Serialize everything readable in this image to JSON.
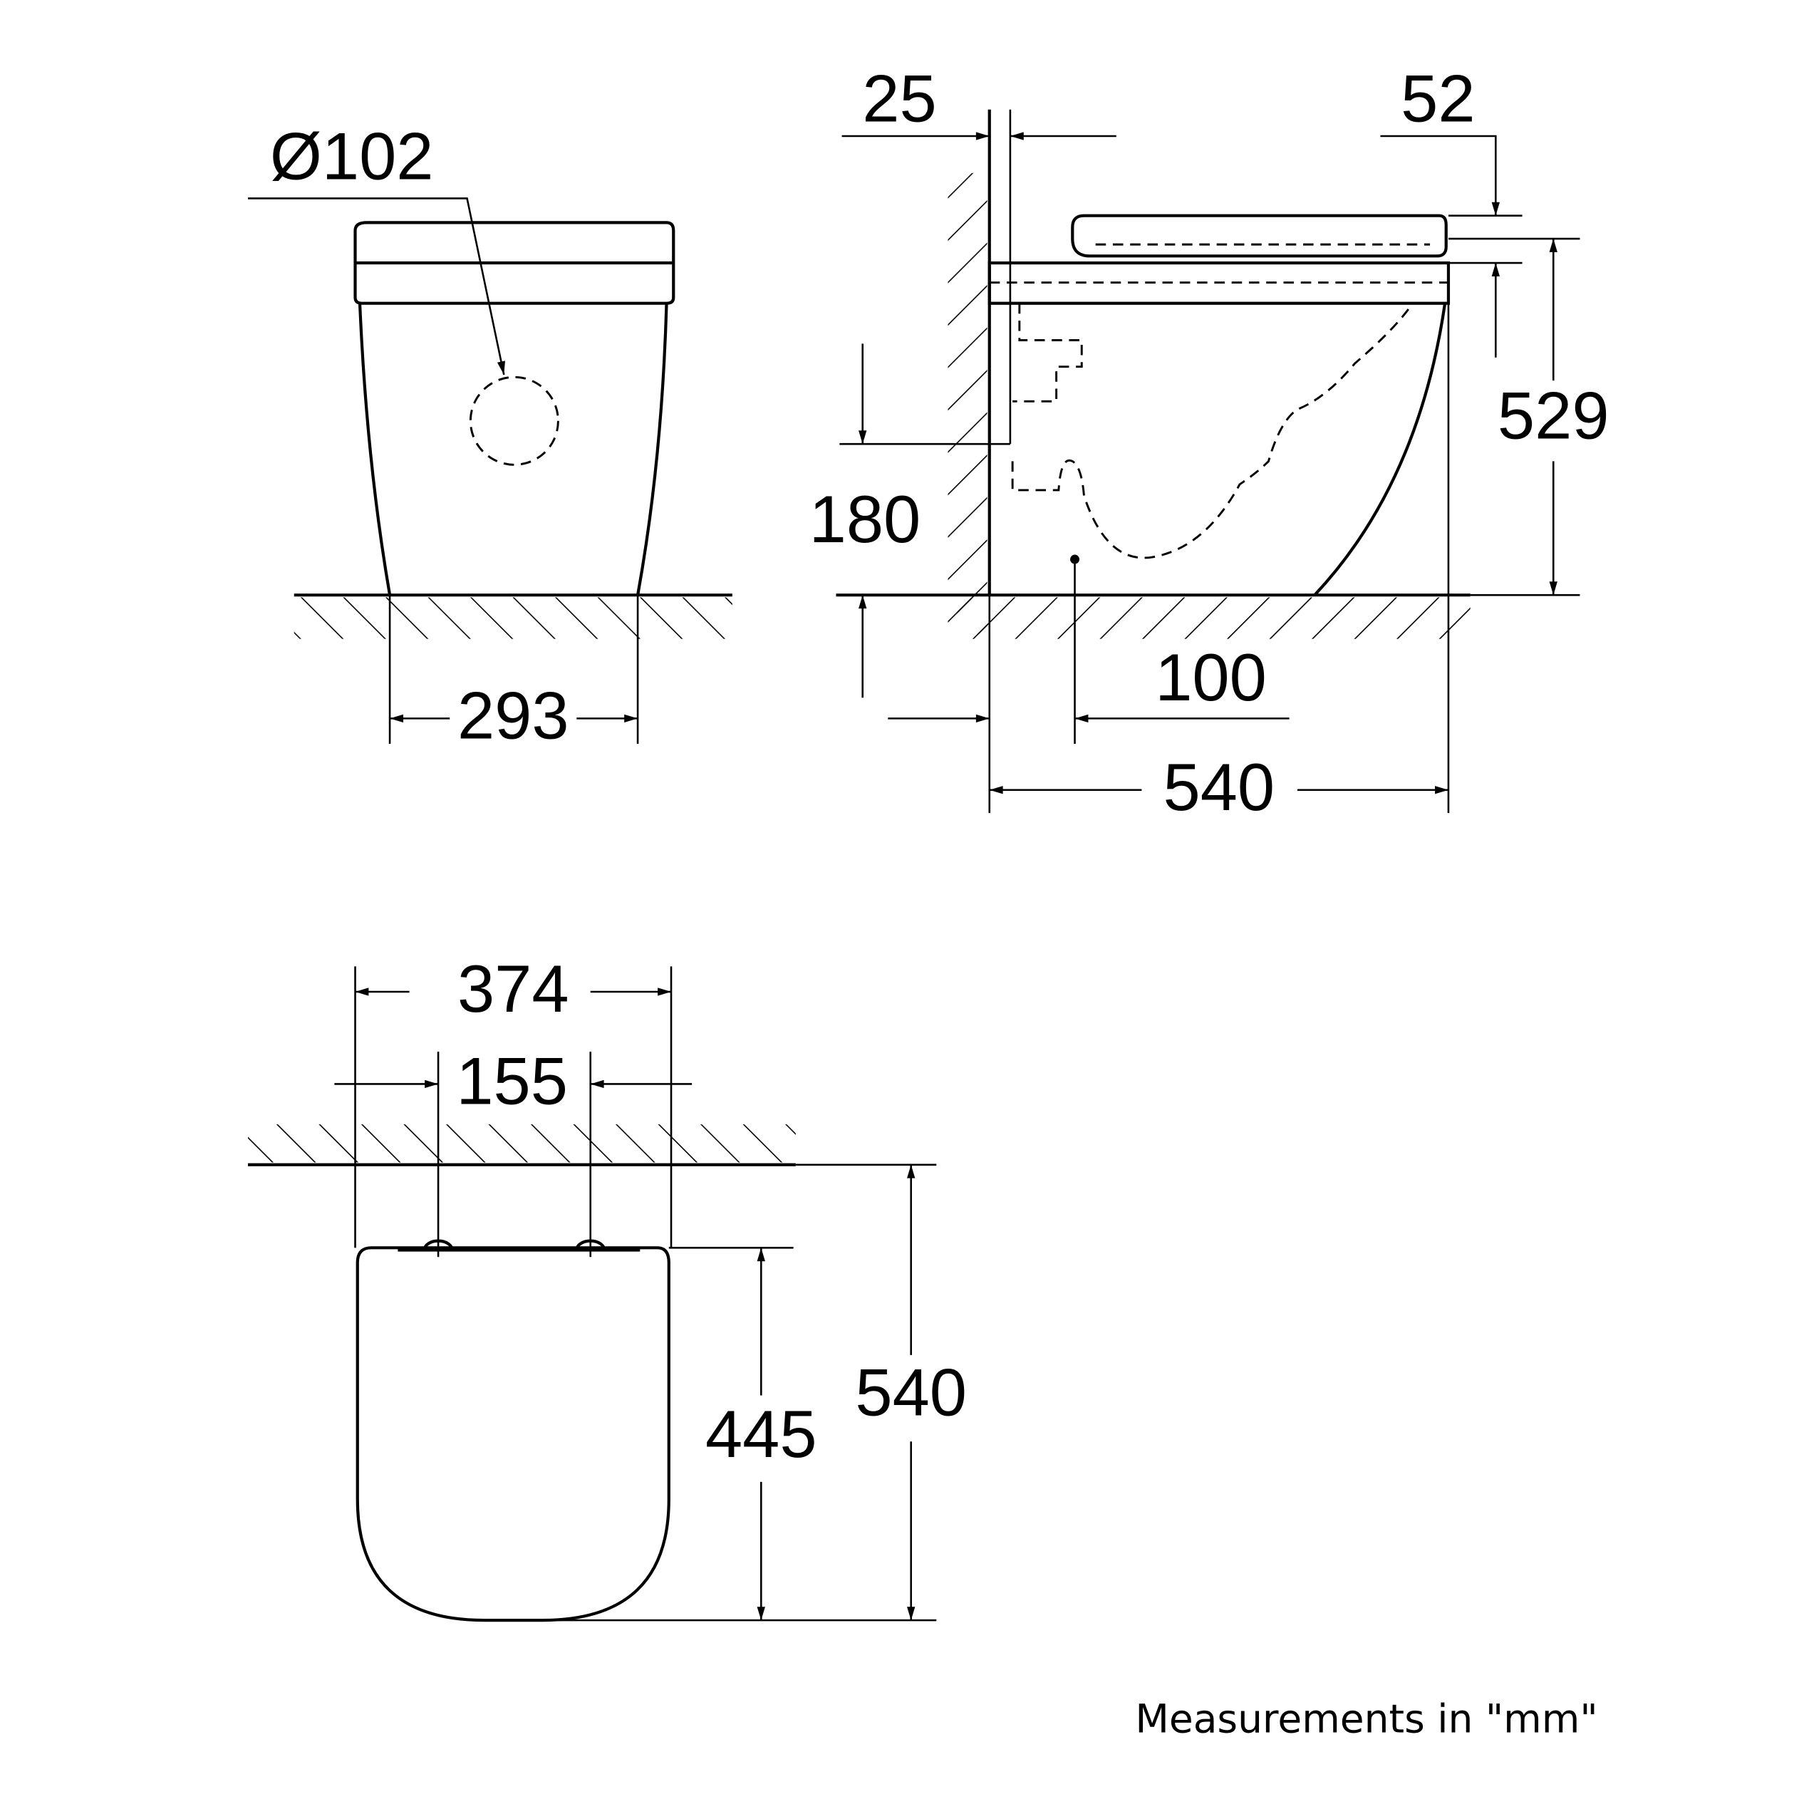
{
  "drawing": {
    "front_view": {
      "outlet_diameter": "Ø102",
      "width": "293"
    },
    "side_view": {
      "wall_gap": "25",
      "seat_height": "52",
      "total_height": "529",
      "outlet_height": "180",
      "outlet_offset": "100",
      "depth": "540"
    },
    "top_view": {
      "width": "374",
      "hinge_spacing": "155",
      "seat_length": "445",
      "depth": "540"
    },
    "note": "Measurements in \"mm\""
  }
}
